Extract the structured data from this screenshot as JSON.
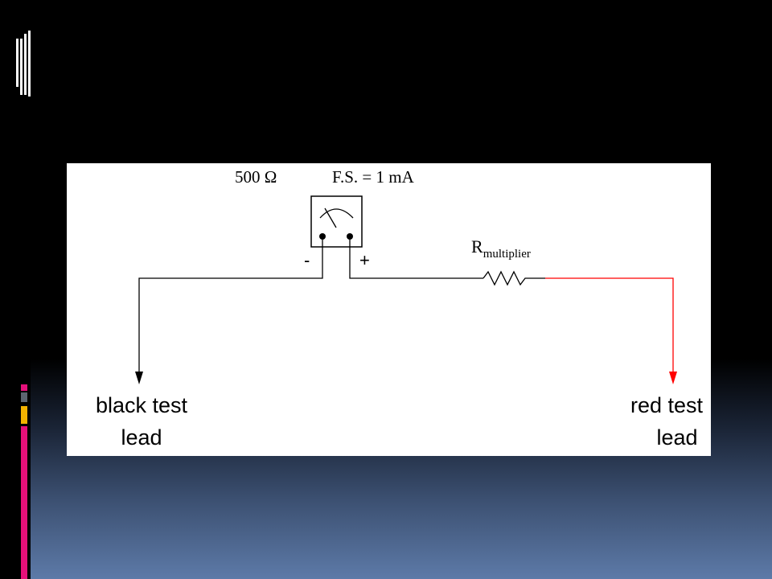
{
  "diagram": {
    "meter_resistance_label": "500 Ω",
    "full_scale_label": "F.S. = 1 mA",
    "negative_terminal": "-",
    "positive_terminal": "+",
    "resistor_label_main": "R",
    "resistor_label_sub": "multiplier",
    "black_lead_line1": "black test",
    "black_lead_line2": "lead",
    "red_lead_line1": "red test",
    "red_lead_line2": "lead"
  },
  "colors": {
    "wire": "#000000",
    "red_wire": "#ff0000",
    "accent_magenta": "#e5107a",
    "accent_gold": "#f2b200",
    "accent_gray": "#5c6470"
  },
  "icons": [
    "galvanometer-icon",
    "resistor-icon",
    "arrow-down-icon"
  ]
}
